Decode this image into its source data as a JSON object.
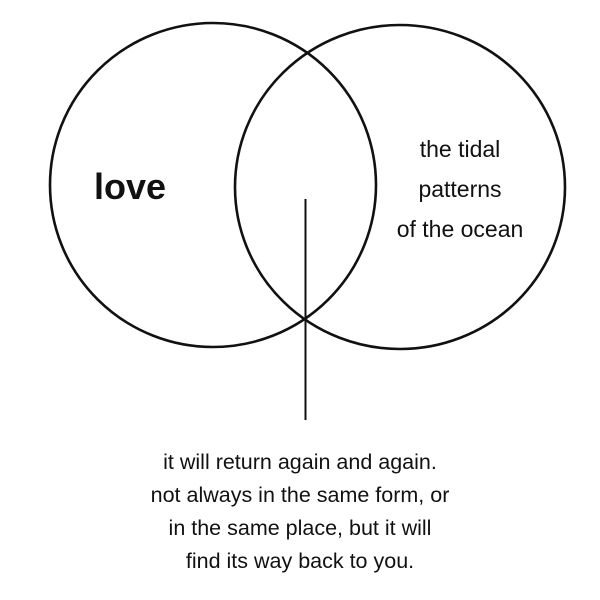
{
  "diagram": {
    "left_circle_label": "love",
    "right_circle_label_lines": [
      "the tidal",
      "patterns",
      "of the ocean"
    ],
    "caption_lines": [
      "it will return again and again.",
      "not always in the same form, or",
      "in the same place, but it will",
      "find its way back to you."
    ],
    "line_color": "#111111"
  }
}
